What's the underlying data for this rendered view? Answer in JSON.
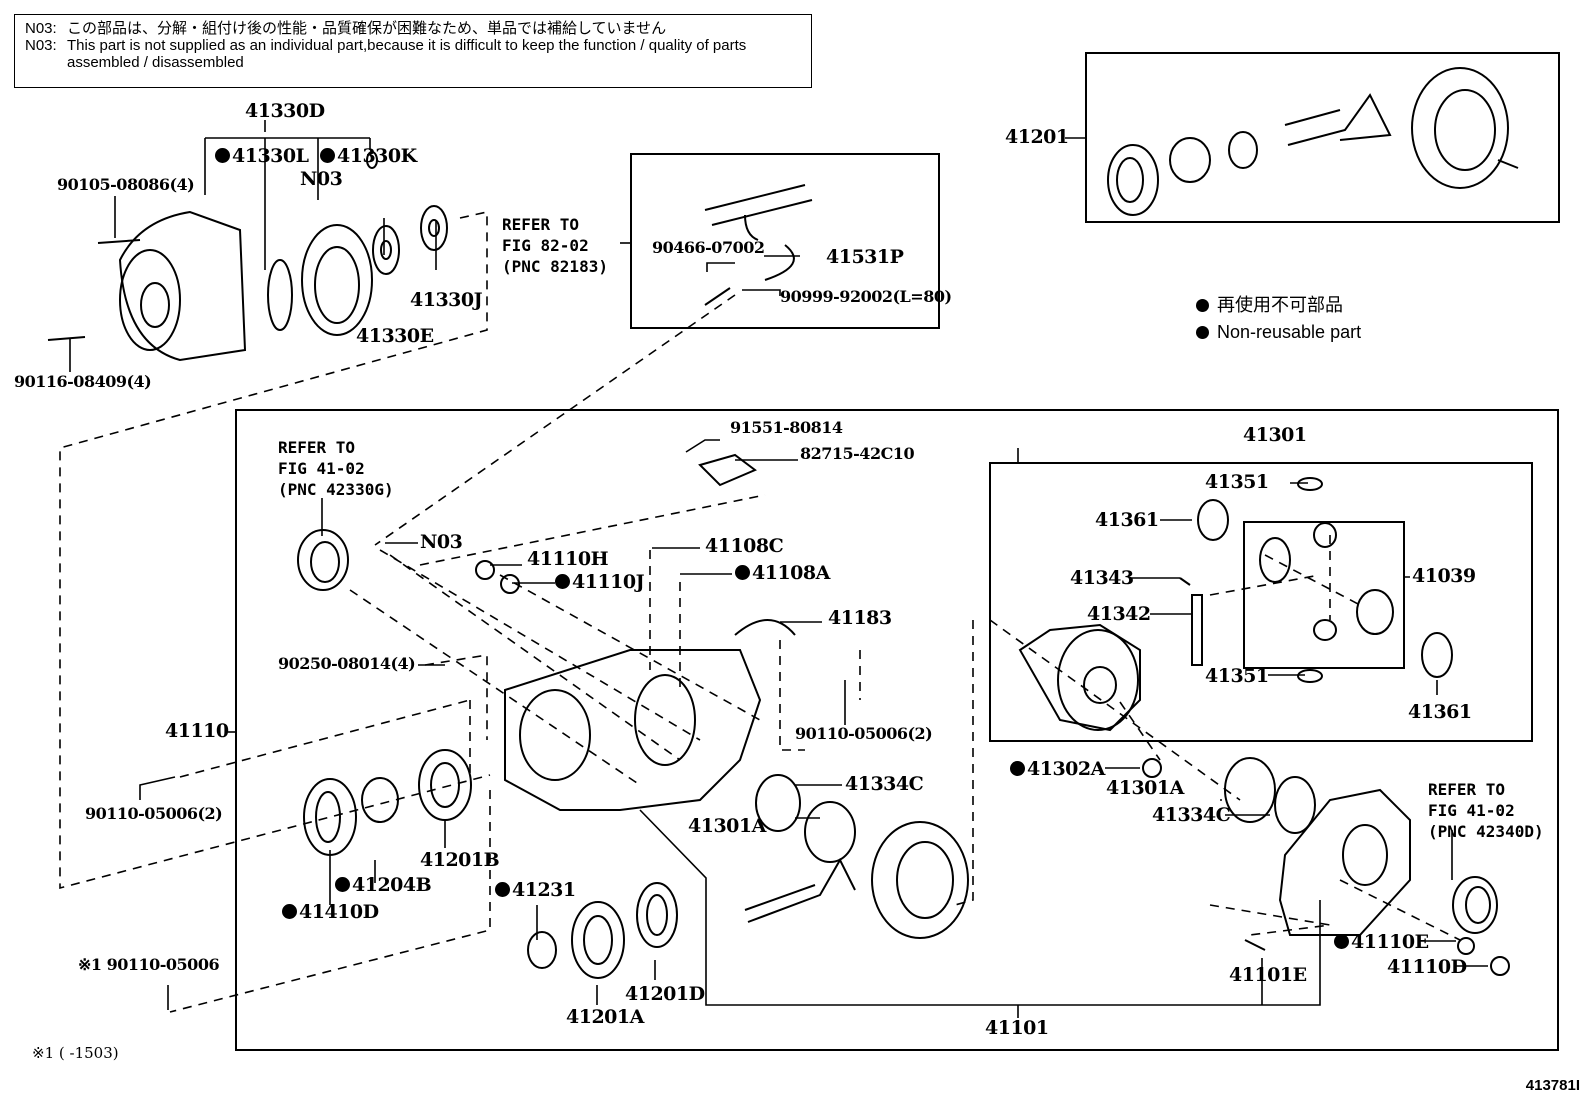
{
  "notes": [
    {
      "code": "N03:",
      "text": "この部品は、分解・組付け後の性能・品質確保が困難なため、単品では補給していません"
    },
    {
      "code": "N03:",
      "text": "This part is not supplied as an individual part,because it is difficult to keep the function / quality of parts assembled / disassembled"
    }
  ],
  "legend": {
    "items": [
      {
        "symbol": "filled-circle",
        "text": "再使用不可部品"
      },
      {
        "symbol": "filled-circle",
        "text": "Non-reusable part"
      }
    ]
  },
  "figure_id": "413781I",
  "footnote": "※1 (      -1503)",
  "references": {
    "fig82": [
      "REFER TO",
      "FIG 82-02",
      "(PNC 82183)"
    ],
    "fig41_left": [
      "REFER TO",
      "FIG 41-02",
      "(PNC 42330G)"
    ],
    "fig41_right": [
      "REFER TO",
      "FIG 41-02",
      "(PNC 42340D)"
    ]
  },
  "parts": {
    "p41330D": "41330D",
    "p41330L": "41330L",
    "p41330K": "41330K",
    "n03_top": "N03",
    "p90105": "90105-08086(4)",
    "p90116": "90116-08409(4)",
    "p41330E": "41330E",
    "p41330J": "41330J",
    "p90466": "90466-07002",
    "p41531P": "41531P",
    "p90999": "90999-92002(L=80)",
    "p41201": "41201",
    "p91551": "91551-80814",
    "p82715": "82715-42C10",
    "n03_mid": "N03",
    "p41110H": "41110H",
    "p41110J": "41110J",
    "p41108C": "41108C",
    "p41108A": "41108A",
    "p41183": "41183",
    "p90250": "90250-08014(4)",
    "p90110_2a": "90110-05006(2)",
    "p41110": "41110",
    "p90110_2b": "90110-05006(2)",
    "p41334C_a": "41334C",
    "p41301A_a": "41301A",
    "p41201B": "41201B",
    "p41204B": "41204B",
    "p41410D": "41410D",
    "p41231": "41231",
    "p41201A": "41201A",
    "p41201D": "41201D",
    "p90110_x1": "※1 90110-05006",
    "p41301": "41301",
    "p41351_a": "41351",
    "p41361_a": "41361",
    "p41343": "41343",
    "p41342": "41342",
    "p41039": "41039",
    "p41351_b": "41351",
    "p41361_b": "41361",
    "p41302A": "41302A",
    "p41301A_b": "41301A",
    "p41334C_b": "41334C",
    "p41110E": "41110E",
    "p41110D": "41110D",
    "p41101E": "41101E",
    "p41101": "41101"
  }
}
